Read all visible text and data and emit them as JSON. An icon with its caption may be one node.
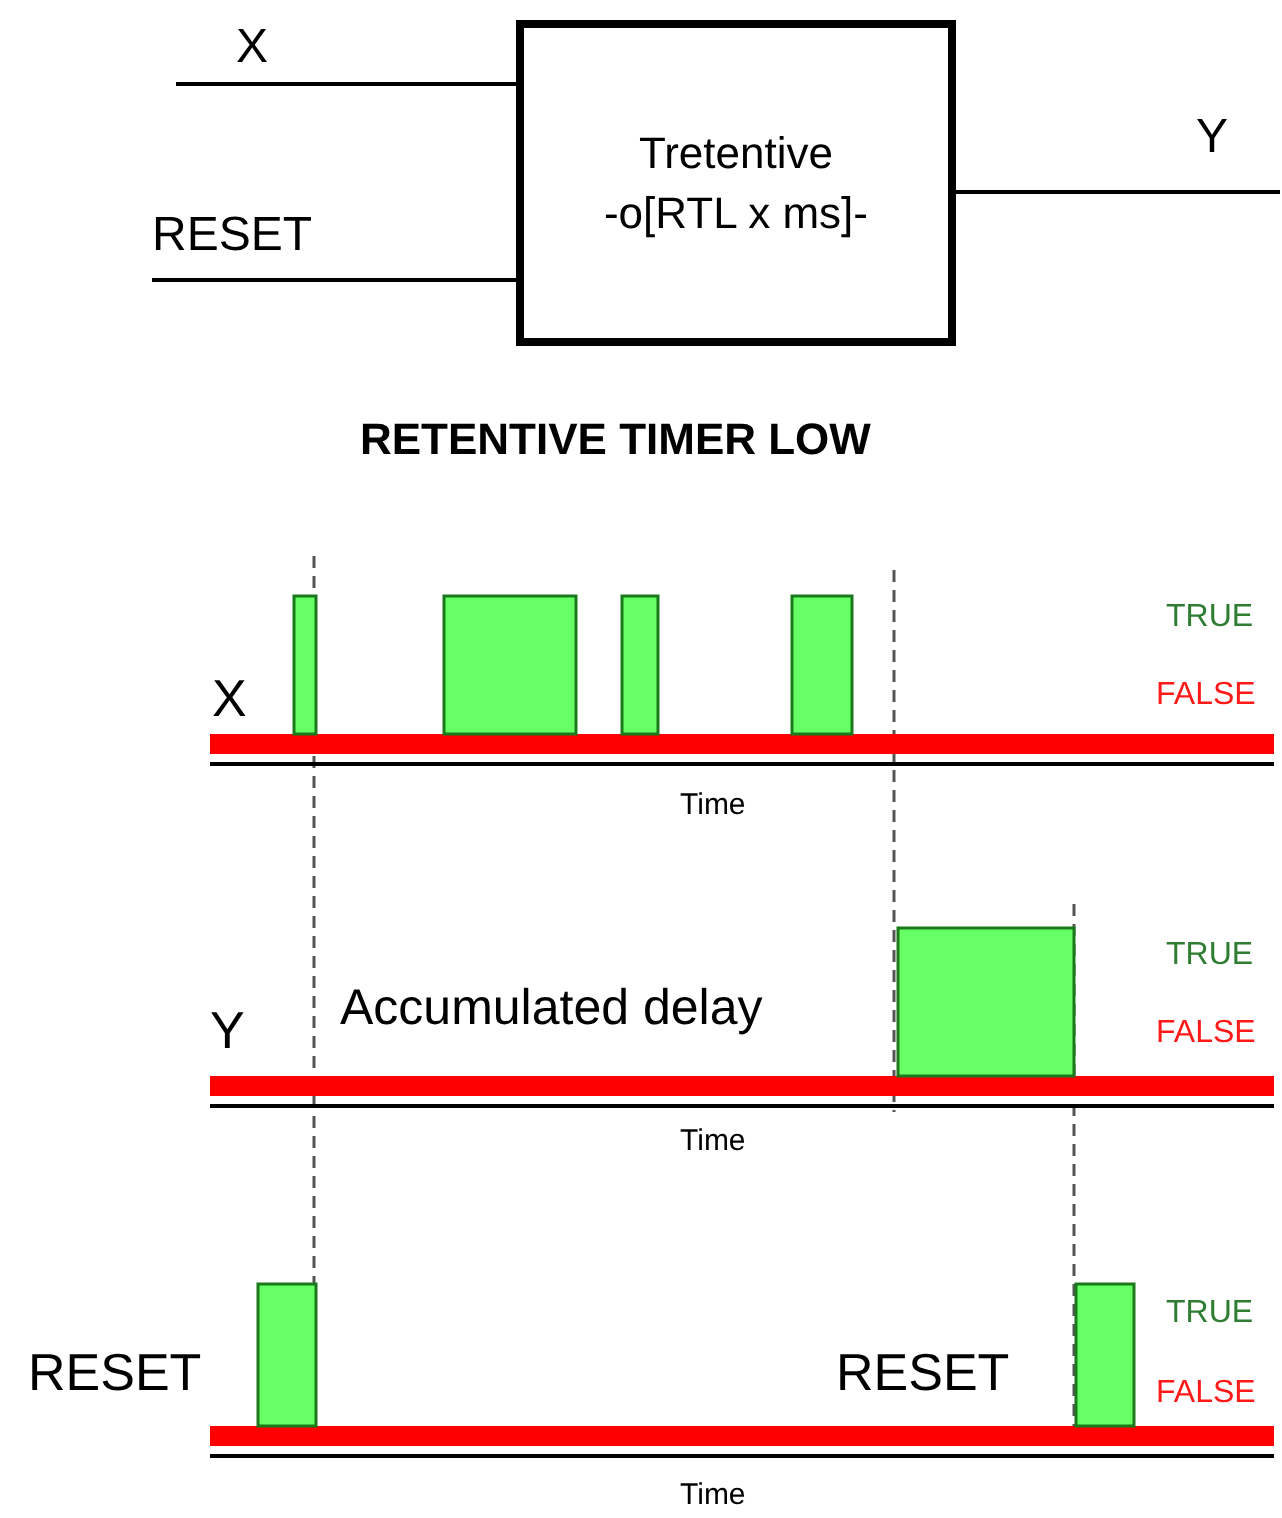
{
  "diagram": {
    "title": "RETENTIVE TIMER LOW",
    "nodes": [
      {
        "text": [
          "X"
        ]
      },
      {
        "text": [
          "RESET"
        ]
      },
      {
        "text": [
          "Tretentive",
          "-o[RTL x ms]-"
        ]
      },
      {
        "text": [
          "Y"
        ]
      }
    ],
    "edges": [
      {
        "from": 0,
        "to": 2,
        "arrow": "none"
      },
      {
        "from": 1,
        "to": 2,
        "arrow": "none"
      },
      {
        "from": 2,
        "to": 3,
        "arrow": "none"
      }
    ],
    "labels": [
      "TRUE",
      "X",
      "FALSE",
      "Time",
      "TRUE",
      "Y",
      "Accumulated delay",
      "FALSE",
      "Time",
      "TRUE",
      "RESET",
      "RESET",
      "FALSE",
      "Time"
    ]
  }
}
